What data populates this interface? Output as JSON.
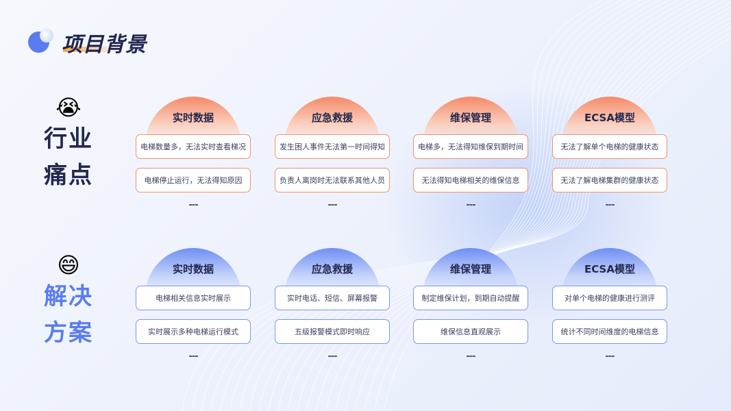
{
  "title": "项目背景",
  "pain": {
    "emoji": "😭",
    "label_line1": "行业",
    "label_line2": "痛点",
    "columns": [
      {
        "heading": "实时数据",
        "items": [
          "电梯数量多，无法实时查看梯况",
          "电梯停止运行，无法得知原因"
        ],
        "more": "---"
      },
      {
        "heading": "应急救援",
        "items": [
          "发生困人事件无法第一时间得知",
          "负责人离岗时无法联系其他人员"
        ],
        "more": "---"
      },
      {
        "heading": "维保管理",
        "items": [
          "电梯多，无法得知维保到期时间",
          "无法得知电梯相关的维保信息"
        ],
        "more": "---"
      },
      {
        "heading": "ECSA模型",
        "items": [
          "无法了解单个电梯的健康状态",
          "无法了解电梯集群的健康状态"
        ],
        "more": "---"
      }
    ]
  },
  "solution": {
    "emoji": "😄",
    "label_line1": "解决",
    "label_line2": "方案",
    "columns": [
      {
        "heading": "实时数据",
        "items": [
          "电梯相关信息实时展示",
          "实时展示多种电梯运行模式"
        ],
        "more": "---"
      },
      {
        "heading": "应急救援",
        "items": [
          "实时电话、短信、屏幕报警",
          "五级报警模式即时响应"
        ],
        "more": "---"
      },
      {
        "heading": "维保管理",
        "items": [
          "制定维保计划，到期自动提醒",
          "维保信息直观展示"
        ],
        "more": "---"
      },
      {
        "heading": "ECSA模型",
        "items": [
          "对单个电梯的健康进行测评",
          "统计不同时间维度的电梯信息"
        ],
        "more": "---"
      }
    ]
  },
  "colors": {
    "pain_accent": "#f2906e",
    "solution_accent": "#5b7cf0",
    "title": "#1f2450"
  }
}
